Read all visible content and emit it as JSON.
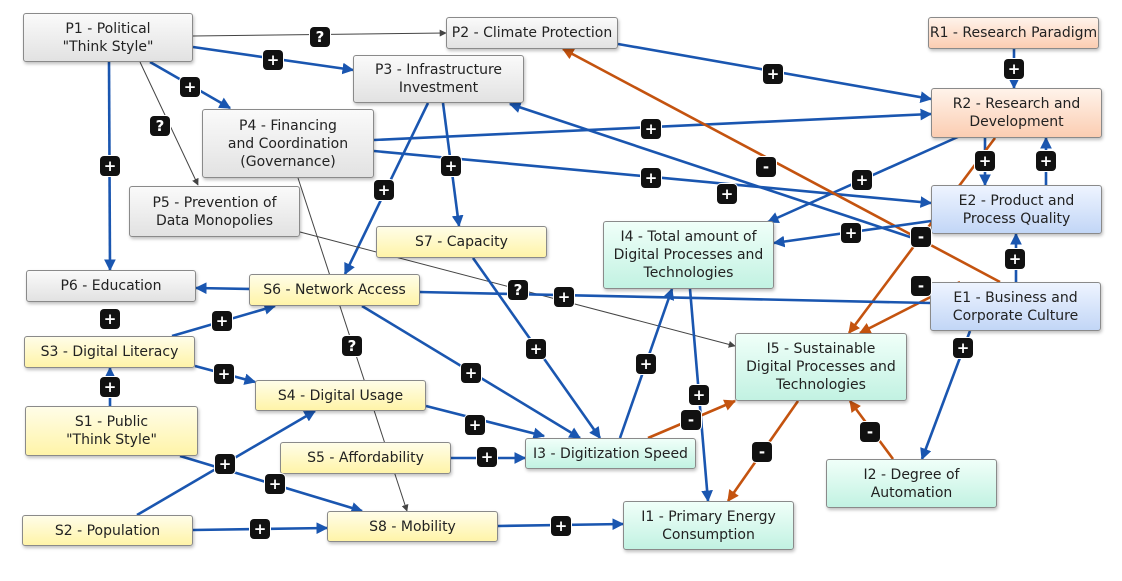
{
  "colors": {
    "positive": "#1a56b0",
    "negative": "#c4530f",
    "unknown": "#444444"
  },
  "nodes": {
    "p1": "P1 - Political\n\"Think Style\"",
    "p2": "P2 - Climate Protection",
    "p3": "P3 - Infrastructure\nInvestment",
    "p4": "P4 - Financing\nand Coordination\n(Governance)",
    "p5": "P5 - Prevention of\nData Monopolies",
    "p6": "P6 - Education",
    "r1": "R1 - Research Paradigm",
    "r2": "R2 - Research and\nDevelopment",
    "e1": "E1 - Business and\nCorporate Culture",
    "e2": "E2 - Product and\nProcess Quality",
    "s1": "S1 - Public\n\"Think Style\"",
    "s2": "S2 - Population",
    "s3": "S3 - Digital Literacy",
    "s4": "S4 - Digital Usage",
    "s5": "S5 - Affordability",
    "s6": "S6 - Network Access",
    "s7": "S7 - Capacity",
    "s8": "S8 - Mobility",
    "i1": "I1 - Primary Energy\nConsumption",
    "i2": "I2 - Degree of\nAutomation",
    "i3": "I3 - Digitization Speed",
    "i4": "I4 - Total amount of\nDigital Processes and\nTechnologies",
    "i5": "I5 - Sustainable\nDigital Processes and\nTechnologies"
  },
  "edges": [
    {
      "from": "p1",
      "to": "p2",
      "sign": "?"
    },
    {
      "from": "p1",
      "to": "p3",
      "sign": "+"
    },
    {
      "from": "p1",
      "to": "p4",
      "sign": "+"
    },
    {
      "from": "p1",
      "to": "p5",
      "sign": "?"
    },
    {
      "from": "p1",
      "to": "p6",
      "sign": "+"
    },
    {
      "from": "p2",
      "to": "r2",
      "sign": "+"
    },
    {
      "from": "r1",
      "to": "r2",
      "sign": "+"
    },
    {
      "from": "p4",
      "to": "r2",
      "sign": "+"
    },
    {
      "from": "p4",
      "to": "e2",
      "sign": "+"
    },
    {
      "from": "p4",
      "to": "s8",
      "sign": "?"
    },
    {
      "from": "p3",
      "to": "s6",
      "sign": "+"
    },
    {
      "from": "p3",
      "to": "s7",
      "sign": "+"
    },
    {
      "from": "p5",
      "to": "i5",
      "sign": "?"
    },
    {
      "from": "r2",
      "to": "e2",
      "sign": "+"
    },
    {
      "from": "e2",
      "to": "r2",
      "sign": "+"
    },
    {
      "from": "r2",
      "to": "i4",
      "sign": "+"
    },
    {
      "from": "r2",
      "to": "i5",
      "sign": "-"
    },
    {
      "from": "e1",
      "to": "p2",
      "sign": "-"
    },
    {
      "from": "e2",
      "to": "p3",
      "sign": "+"
    },
    {
      "from": "e2",
      "to": "i4",
      "sign": "+"
    },
    {
      "from": "e1",
      "to": "e2",
      "sign": "+"
    },
    {
      "from": "e1",
      "to": "i5",
      "sign": "-"
    },
    {
      "from": "e1",
      "to": "i2",
      "sign": "+"
    },
    {
      "from": "e1",
      "to": "p6",
      "sign": "+"
    },
    {
      "from": "s3",
      "to": "s6",
      "sign": "+"
    },
    {
      "from": "s3",
      "to": "s4",
      "sign": "+"
    },
    {
      "from": "s1",
      "to": "s3",
      "sign": "+"
    },
    {
      "from": "s6",
      "to": "s3",
      "sign": "+"
    },
    {
      "from": "s6",
      "to": "i3",
      "sign": "+"
    },
    {
      "from": "s7",
      "to": "i3",
      "sign": "+"
    },
    {
      "from": "s4",
      "to": "i3",
      "sign": "+"
    },
    {
      "from": "s5",
      "to": "i3",
      "sign": "+"
    },
    {
      "from": "s1",
      "to": "s8",
      "sign": "+"
    },
    {
      "from": "s2",
      "to": "s4",
      "sign": "+"
    },
    {
      "from": "s2",
      "to": "s8",
      "sign": "+"
    },
    {
      "from": "s8",
      "to": "i1",
      "sign": "+"
    },
    {
      "from": "i3",
      "to": "i4",
      "sign": "+"
    },
    {
      "from": "i3",
      "to": "i5",
      "sign": "-"
    },
    {
      "from": "i4",
      "to": "i1",
      "sign": "+"
    },
    {
      "from": "i5",
      "to": "i1",
      "sign": "-"
    },
    {
      "from": "i2",
      "to": "i5",
      "sign": "-"
    }
  ]
}
